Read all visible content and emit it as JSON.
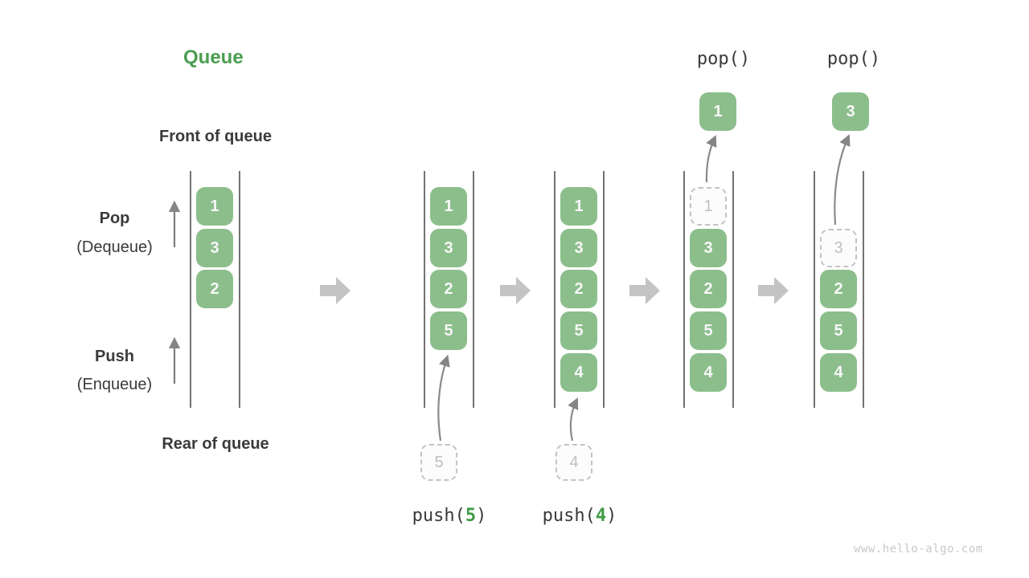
{
  "title": "Queue",
  "labels": {
    "front_of_queue": "Front of queue",
    "rear_of_queue": "Rear of queue",
    "pop": "Pop",
    "pop_alias": "(Dequeue)",
    "push": "Push",
    "push_alias": "(Enqueue)"
  },
  "queues": [
    {
      "name": "state-initial",
      "cells": [
        {
          "v": "1"
        },
        {
          "v": "3"
        },
        {
          "v": "2"
        }
      ]
    },
    {
      "name": "state-after-push-5",
      "op": {
        "pre": "push(",
        "arg": "5",
        "post": ")"
      },
      "incoming": "5",
      "cells": [
        {
          "v": "1"
        },
        {
          "v": "3"
        },
        {
          "v": "2"
        },
        {
          "v": "5"
        }
      ]
    },
    {
      "name": "state-after-push-4",
      "op": {
        "pre": "push(",
        "arg": "4",
        "post": ")"
      },
      "incoming": "4",
      "cells": [
        {
          "v": "1"
        },
        {
          "v": "3"
        },
        {
          "v": "2"
        },
        {
          "v": "5"
        },
        {
          "v": "4"
        }
      ]
    },
    {
      "name": "state-after-pop-1",
      "op_label": "pop()",
      "popped": "1",
      "ghost": "1",
      "cells": [
        {
          "v": "3"
        },
        {
          "v": "2"
        },
        {
          "v": "5"
        },
        {
          "v": "4"
        }
      ]
    },
    {
      "name": "state-after-pop-3",
      "op_label": "pop()",
      "popped": "3",
      "ghost": "3",
      "cells": [
        {
          "v": "2"
        },
        {
          "v": "5"
        },
        {
          "v": "4"
        }
      ]
    }
  ],
  "watermark": "www.hello-algo.com",
  "colors": {
    "accent_green": "#4a9e50",
    "cell_green": "#8cbe8c",
    "cell_text": "#f7f7f7",
    "text_dark": "#3a3a3a",
    "ghost_gray": "#c0c0c0",
    "ghost_border": "#c3c3c3",
    "thin_arrow_gray": "#8a8a8a",
    "block_arrow_gray": "#c4c4c4",
    "queue_wall_gray": "#4f4f4f",
    "watermark_gray": "#c9c9c9"
  }
}
